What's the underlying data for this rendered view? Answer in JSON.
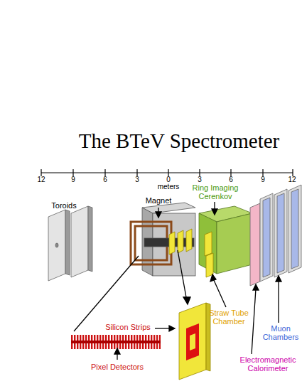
{
  "diagram": {
    "title": "The BTeV Spectrometer",
    "labels": [
      "12",
      "9",
      "6",
      "3",
      "0",
      "3",
      "6",
      "9",
      "12",
      "meters",
      "Toroids",
      "Magnet",
      "Ring Imaging Cerenkov",
      "Silicon Strips",
      "Pixel Detectors",
      "Straw Tube Chamber",
      "Muon Chambers",
      "Electromagnetic Calorimeter"
    ]
  }
}
